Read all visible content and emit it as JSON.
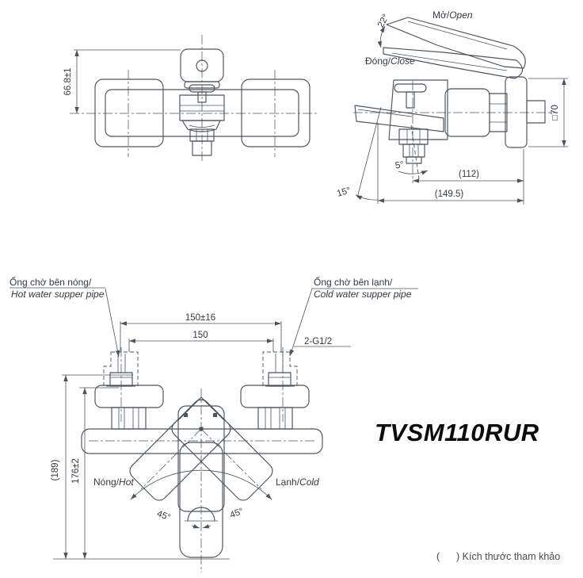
{
  "title_code": "TVSM110RUR",
  "footnote": "(      ) Kích thước tham khảo",
  "colors": {
    "line": "#4b545c",
    "text": "#333a41",
    "code": "#0c0c0c",
    "note": "#4a4a4a"
  },
  "front": {
    "dim_height": "66.8±1"
  },
  "side": {
    "open_vi": "Mở/",
    "open_en": "Open",
    "close_vi": "Đóng/",
    "close_en": "Close",
    "angle_open": "22°",
    "dim_square": "□70",
    "dim_112": "(112)",
    "dim_1495": "(149.5)",
    "angle_15": "15°",
    "angle_5": "5°"
  },
  "plan": {
    "hot_pipe_vi": "Ống chờ bên nóng/",
    "hot_pipe_en": "Hot water supper pipe",
    "cold_pipe_vi": "Ống chờ bên lạnh/",
    "cold_pipe_en": "Cold water supper pipe",
    "dim_150tol": "150±16",
    "dim_150": "150",
    "thread": "2-G1/2",
    "dim_189": "(189)",
    "dim_176": "176±2",
    "hot_vi": "Nóng/",
    "hot_en": "Hot",
    "cold_vi": "Lạnh/",
    "cold_en": "Cold",
    "angle_left": "45°",
    "angle_right": "45°"
  }
}
